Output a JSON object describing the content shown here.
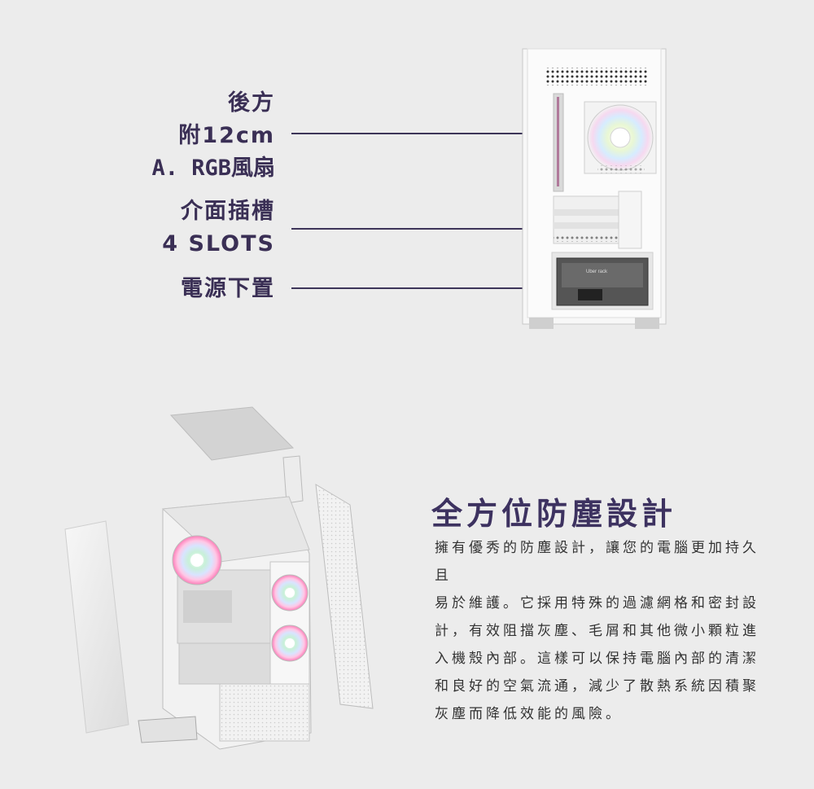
{
  "callouts": {
    "rear_fan": {
      "line1": "後方",
      "line2": "附12cm",
      "line3": "A. RGB風扇"
    },
    "slots": {
      "line1": "介面插槽",
      "line2": "4 SLOTS"
    },
    "psu": {
      "line1": "電源下置"
    }
  },
  "psu_brand": "Uber rack",
  "headline": "全方位防塵設計",
  "body_lines": "擁有優秀的防塵設計，讓您的電腦更加持久且\n易於維護。它採用特殊的過濾網格和密封設\n計，有效阻擋灰塵、毛屑和其他微小顆粒進\n入機殼內部。這樣可以保持電腦內部的清潔\n和良好的空氣流通，減少了散熱系統因積聚\n灰塵而降低效能的風險。",
  "colors": {
    "accent": "#3d3260",
    "background": "#ececec",
    "line": "#3d3559"
  }
}
